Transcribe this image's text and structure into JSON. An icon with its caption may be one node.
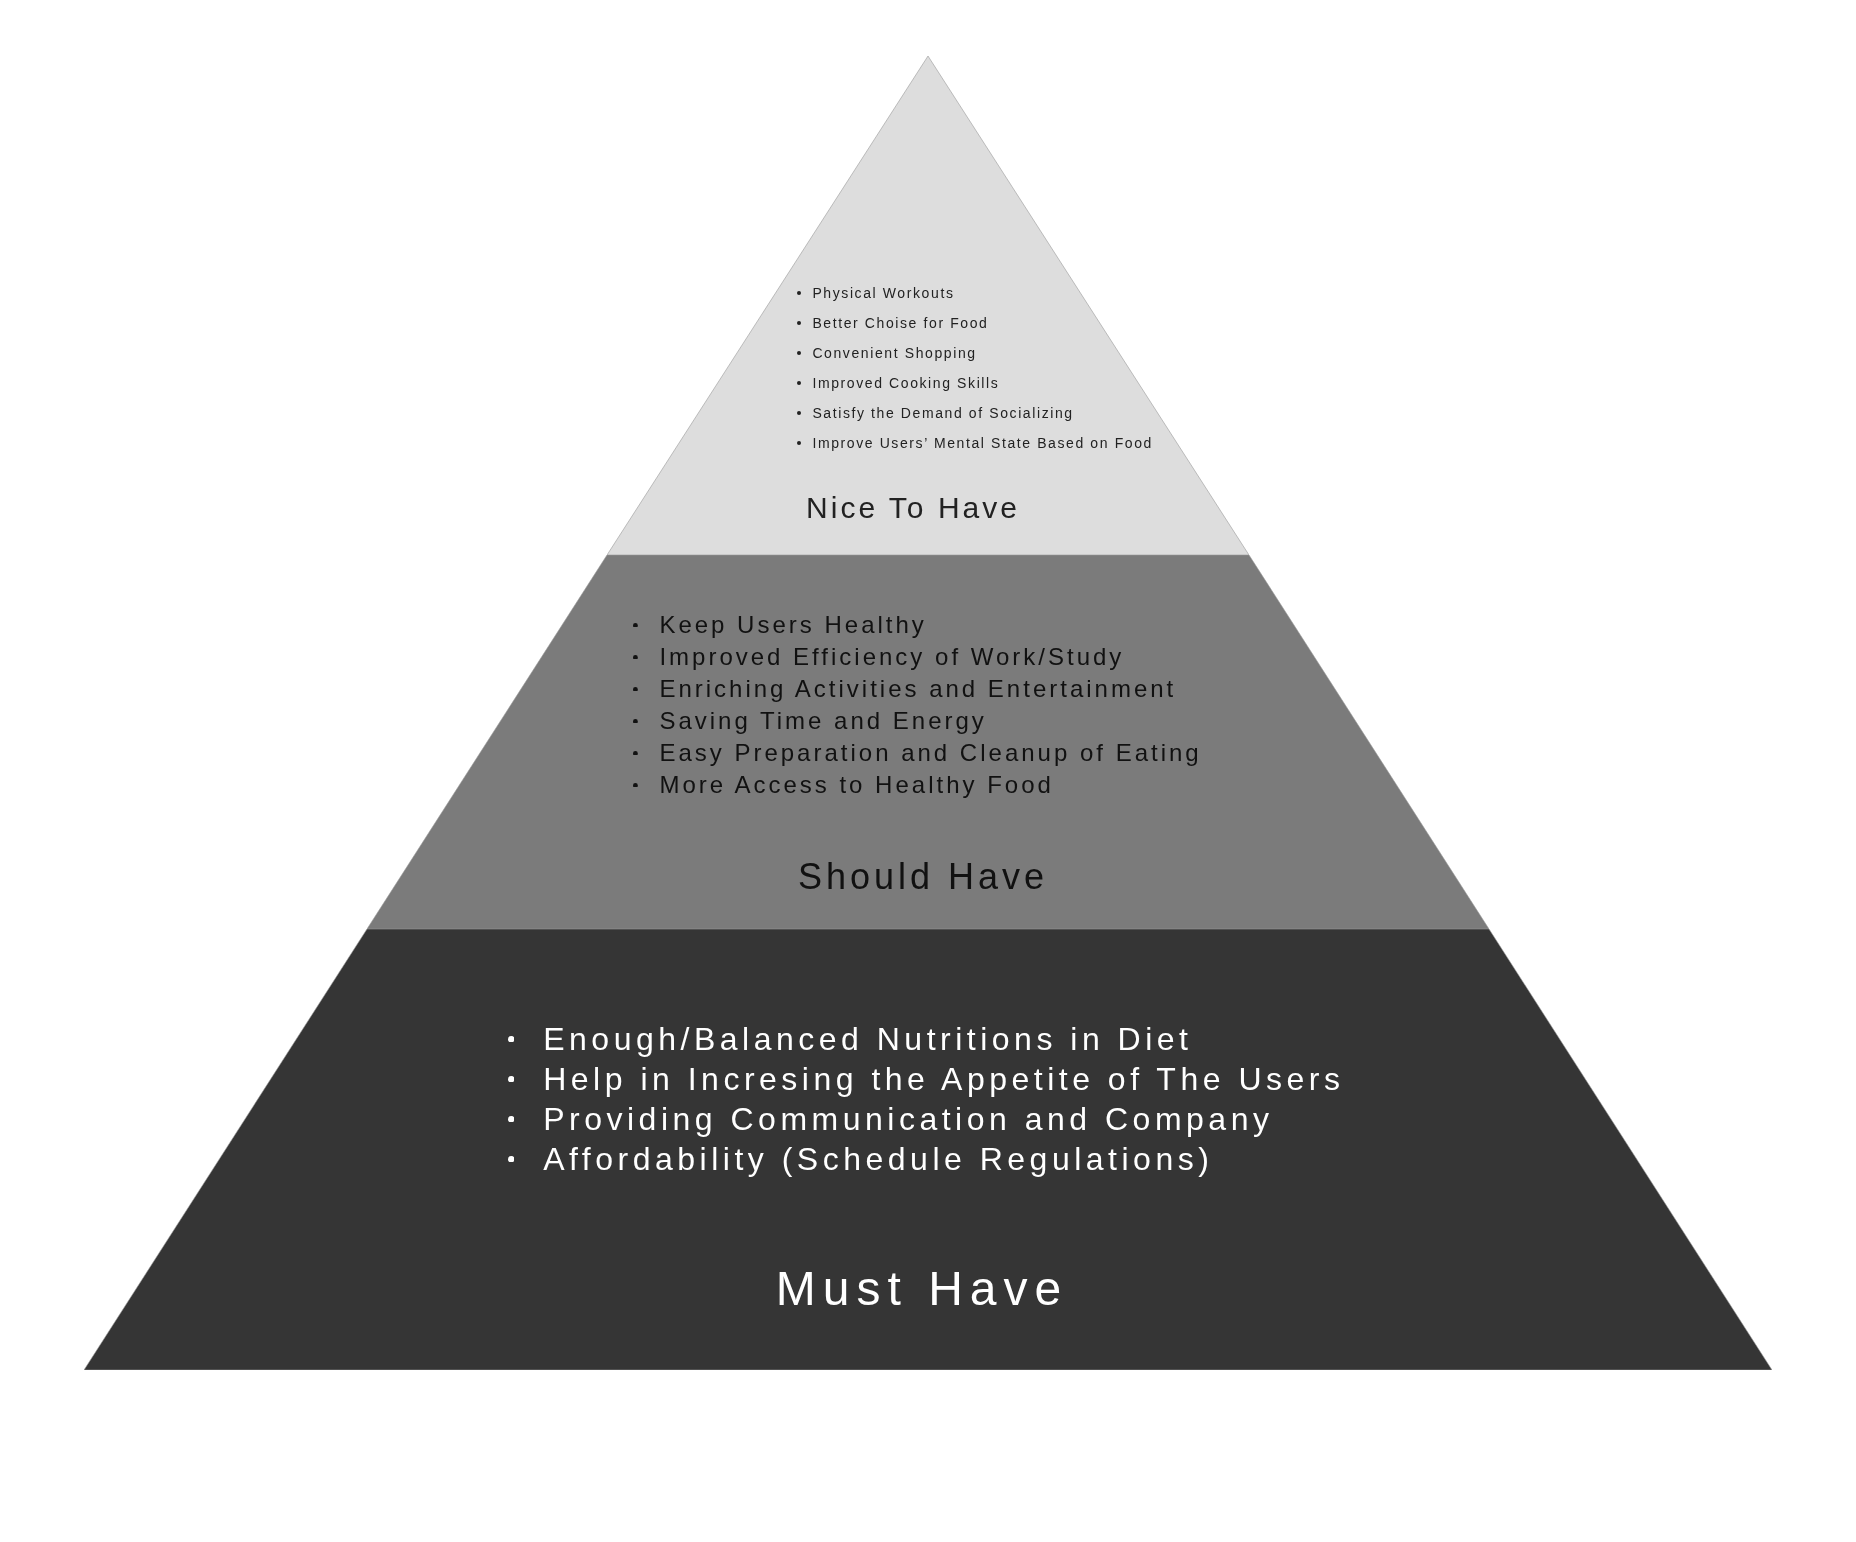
{
  "diagram": {
    "nodes": [
      {
        "text": [
          "Physical Workouts",
          "Better Choise for Food",
          "Convenient Shopping",
          "Improved Cooking Skills",
          "Satisfy the Demand of Socializing",
          "Improve Users’ Mental State Based on Food",
          "Nice To Have"
        ]
      },
      {
        "text": [
          "Keep Users Healthy",
          "Improved Efficiency of Work/Study",
          "Enriching Activities and Entertainment",
          "Saving Time and Energy",
          "Easy Preparation and Cleanup of Eating",
          "More Access to Healthy Food",
          "Should Have"
        ]
      },
      {
        "text": [
          "Enough/Balanced Nutritions in Diet",
          "Help in Incresing the Appetite of The Users",
          "Providing Communication and Company",
          "Affordability (Schedule Regulations)",
          "Must Have"
        ]
      }
    ],
    "edges": []
  }
}
